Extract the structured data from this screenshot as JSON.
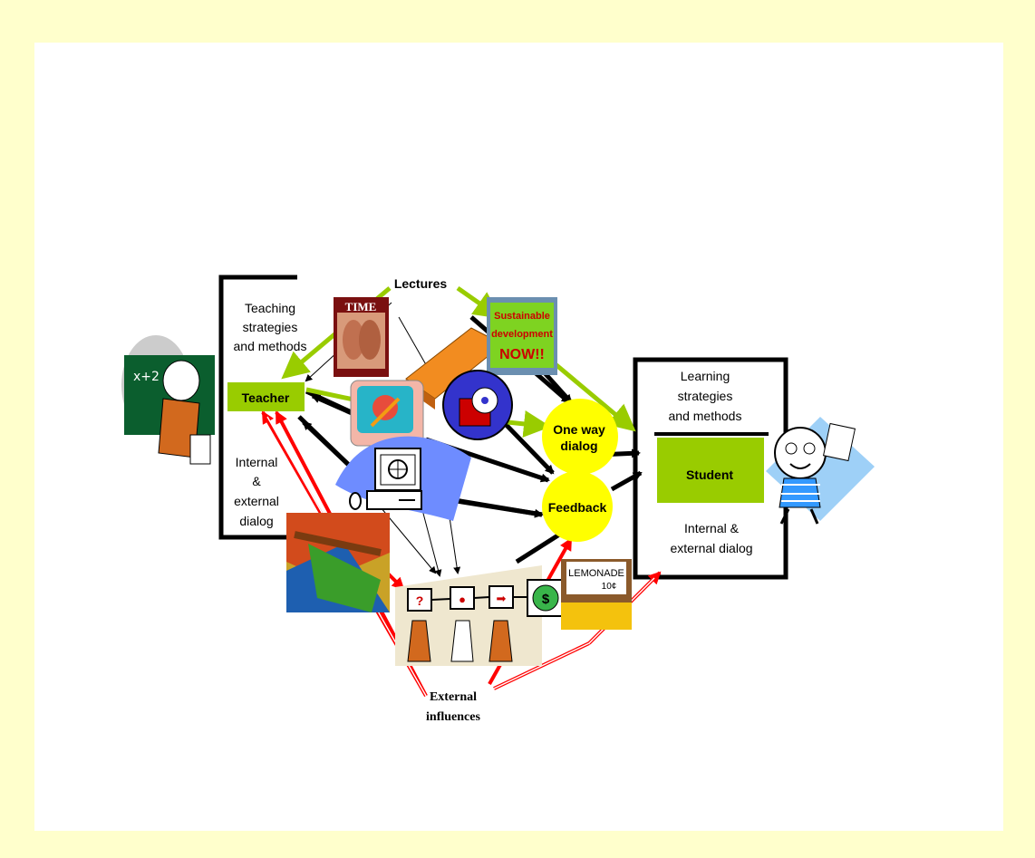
{
  "labels": {
    "lectures": "Lectures",
    "teaching_strategies": [
      "Teaching",
      "strategies",
      "and methods"
    ],
    "teacher": "Teacher",
    "internal_external_left": [
      "Internal",
      "&",
      "external",
      "dialog"
    ],
    "learning_strategies": [
      "Learning",
      "strategies",
      "and methods"
    ],
    "student": "Student",
    "internal_external_right": [
      "Internal &",
      "external dialog"
    ],
    "one_way_dialog": [
      "One way",
      "dialog"
    ],
    "feedback": "Feedback",
    "external_influences": [
      "External",
      "influences"
    ]
  },
  "pictures": {
    "time_cover_text": "TIME",
    "sign_text": [
      "Sustainable",
      "development",
      "NOW!!"
    ],
    "lemonade_text": [
      "LEMONADE",
      "10¢"
    ],
    "process_icons": [
      "?",
      "●",
      "➡",
      "$"
    ]
  },
  "colors": {
    "page_border": "#ffffcc",
    "green_box": "#99cc00",
    "yellow_circle": "#ffff00",
    "green_arrow": "#99cc00",
    "red_arrow": "#ff0000",
    "black_arrow": "#000000"
  },
  "icons": [
    "teacher-cartoon-icon",
    "student-cartoon-icon",
    "book-icon",
    "cd-icon",
    "computer-icon",
    "tv-icon"
  ]
}
